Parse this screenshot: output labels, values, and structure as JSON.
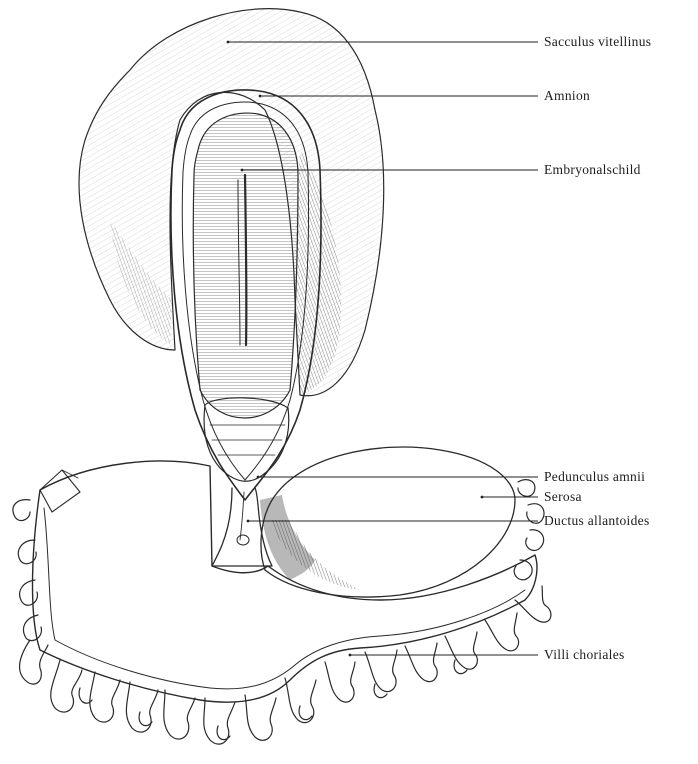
{
  "labels": {
    "sacculus": "Sacculus vitellinus",
    "amnion": "Amnion",
    "embryonalschild": "Embryonalschild",
    "pedunculus": "Pedunculus amnii",
    "serosa": "Serosa",
    "ductus": "Ductus allantoides",
    "villi": "Villi choriales"
  },
  "colors": {
    "ink": "#2a2a2a",
    "paper": "#ffffff"
  }
}
